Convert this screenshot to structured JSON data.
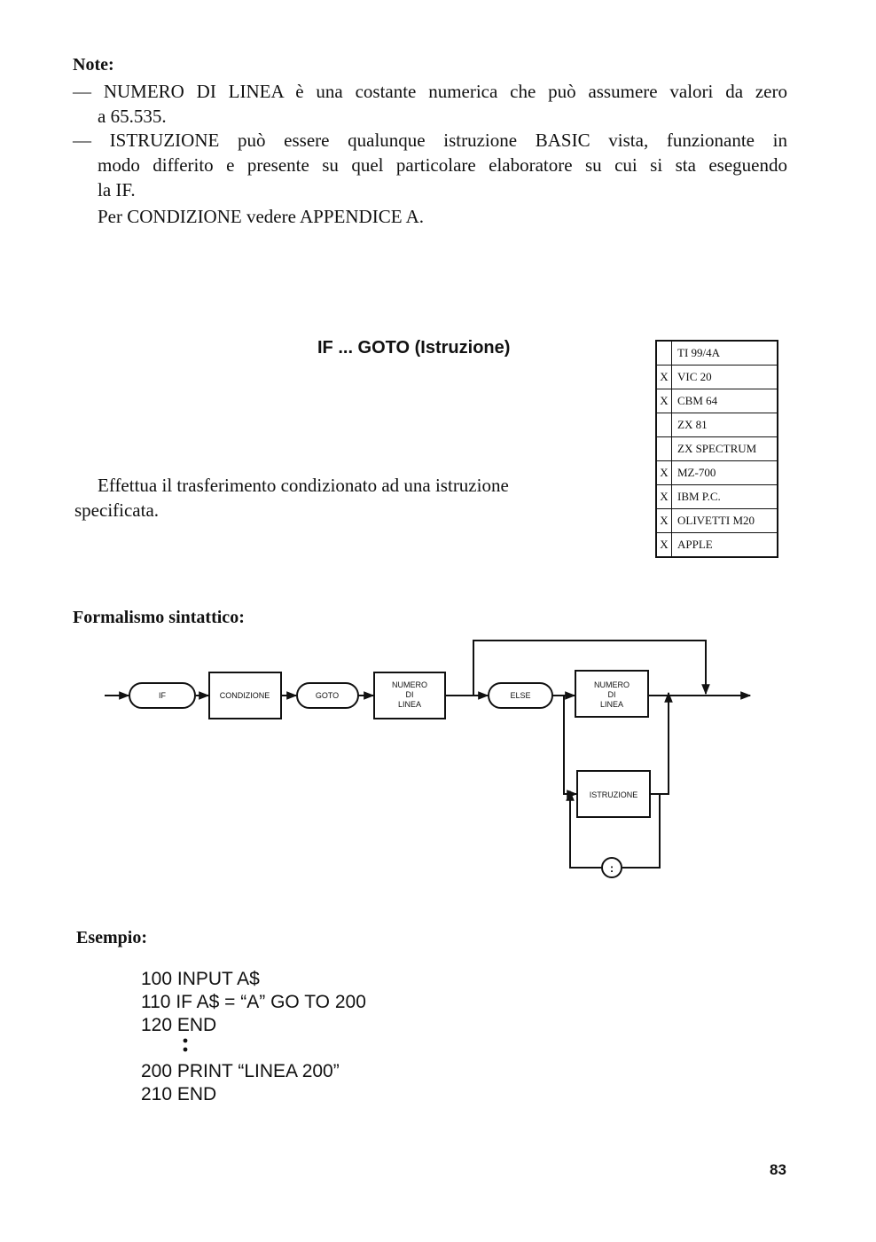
{
  "note": {
    "title": "Note:",
    "item1": {
      "line1": "— NUMERO DI LINEA è una costante numerica che può assumere valori da zero",
      "line2": "a 65.535."
    },
    "item2": {
      "line1": "— ISTRUZIONE può essere qualunque istruzione BASIC vista, funzionante in",
      "line2": "modo differito e presente su quel particolare elaboratore su cui si sta eseguendo",
      "line3": "la IF."
    },
    "line_condizione": "Per CONDIZIONE vedere APPENDICE A."
  },
  "section": {
    "title": "IF ... GOTO (Istruzione)",
    "description_line1": "Effettua il trasferimento condizionato ad una istruzione",
    "description_line2": "specificata."
  },
  "compatibility": [
    {
      "mark": "",
      "name": "TI 99/4A"
    },
    {
      "mark": "X",
      "name": "VIC 20"
    },
    {
      "mark": "X",
      "name": "CBM 64"
    },
    {
      "mark": "",
      "name": "ZX 81"
    },
    {
      "mark": "",
      "name": "ZX SPECTRUM"
    },
    {
      "mark": "X",
      "name": "MZ-700"
    },
    {
      "mark": "X",
      "name": "IBM P.C."
    },
    {
      "mark": "X",
      "name": "OLIVETTI M20"
    },
    {
      "mark": "X",
      "name": "APPLE"
    }
  ],
  "syntax": {
    "heading": "Formalismo sintattico:",
    "diagram": {
      "if": "IF",
      "condizione": "CONDIZIONE",
      "goto": "GOTO",
      "numero_line1": "NUMERO",
      "numero_line2": "DI",
      "numero_line3": "LINEA",
      "else": "ELSE",
      "istruzione": "ISTRUZIONE",
      "colon": ":"
    }
  },
  "example": {
    "heading": "Esempio:",
    "lines": [
      "100 INPUT A$",
      "110 IF A$ = “A” GO TO 200",
      "120 END",
      "200 PRINT “LINEA 200”",
      "210 END"
    ]
  },
  "page_number": "83"
}
